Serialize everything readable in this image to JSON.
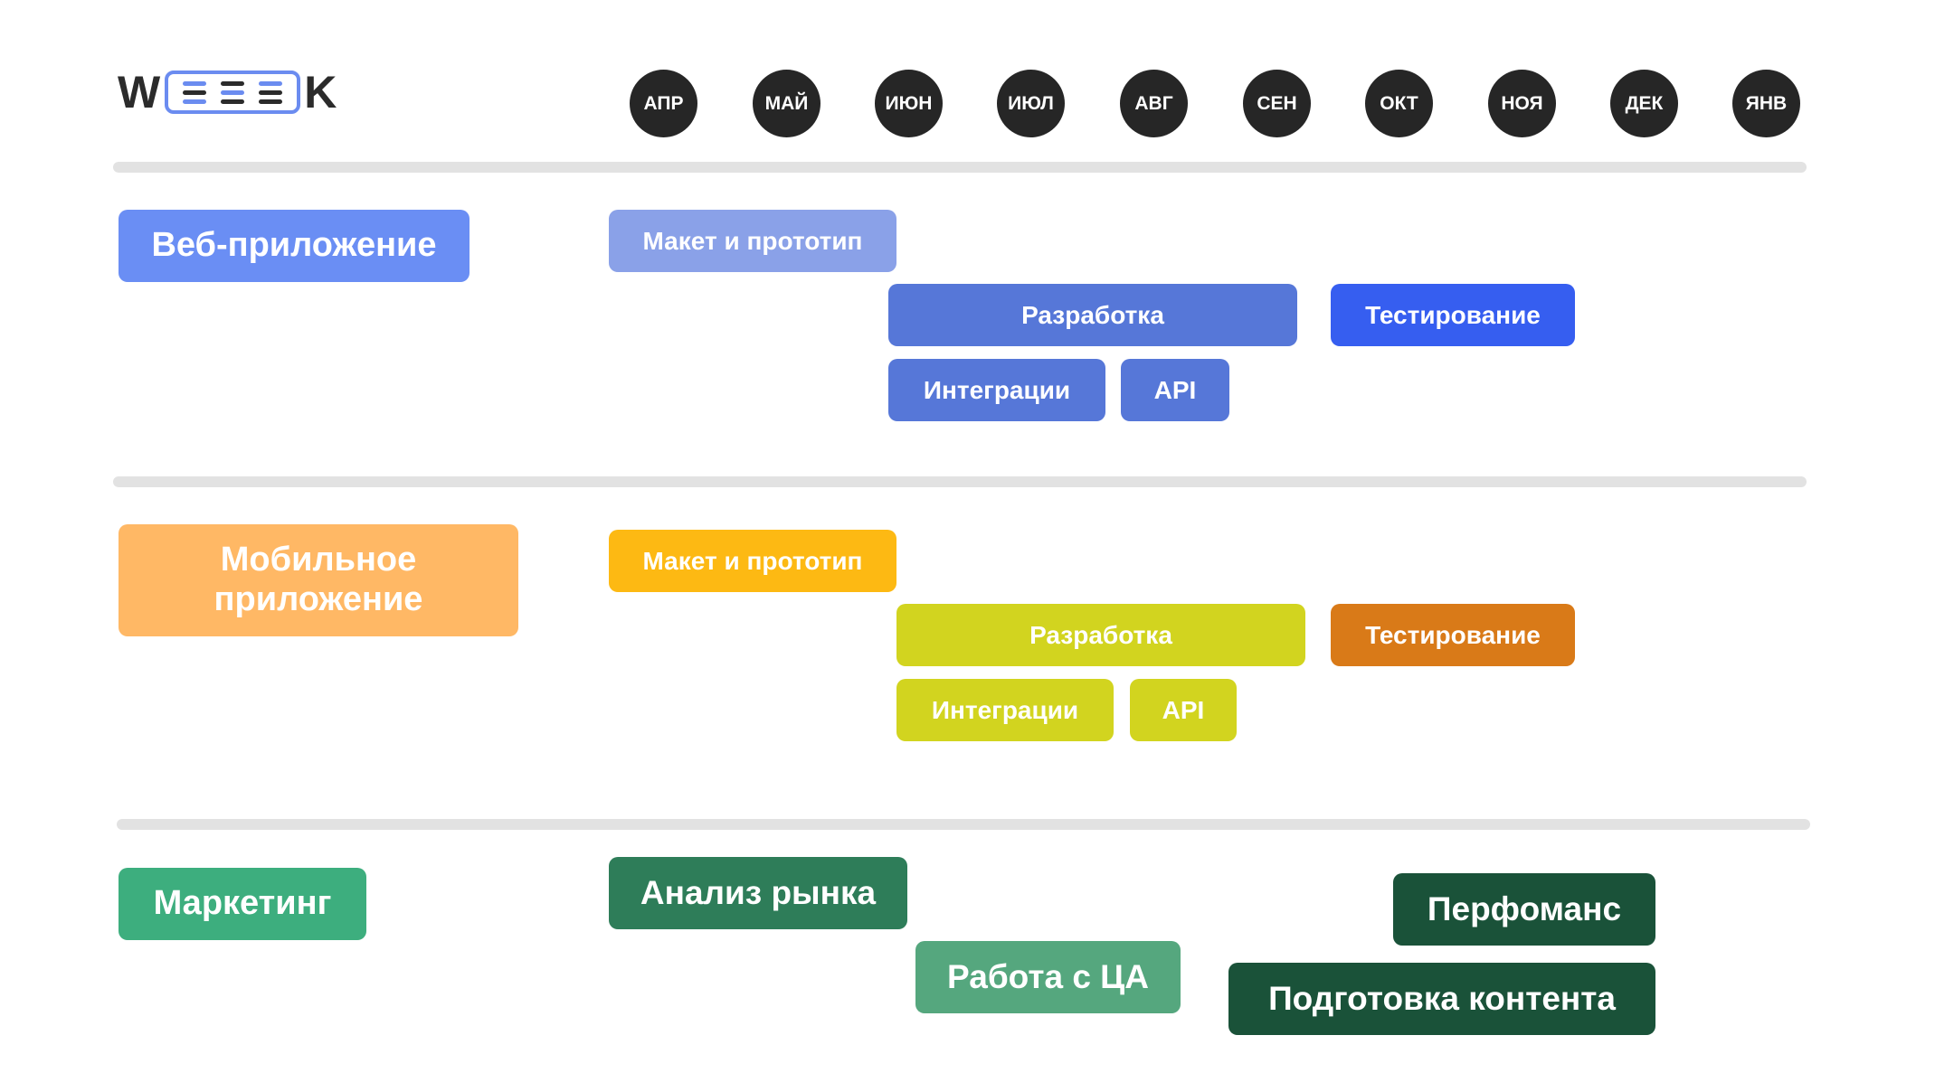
{
  "logo": {
    "left": "W",
    "right": "K"
  },
  "months": [
    "АПР",
    "МАЙ",
    "ИЮН",
    "ИЮЛ",
    "АВГ",
    "СЕН",
    "ОКТ",
    "НОЯ",
    "ДЕК",
    "ЯНВ"
  ],
  "colors": {
    "month_circle": "#262626",
    "separator": "#e2e2e2",
    "web_category": "#6a8ef4",
    "web_mockup": "#8aa1e8",
    "web_dev": "#5677d8",
    "web_test": "#365ef0",
    "mobile_category": "#ffb865",
    "mobile_mockup": "#fdb913",
    "mobile_dev": "#d2d41f",
    "mobile_test": "#d97a18",
    "marketing_category": "#3dae7e",
    "marketing_analysis": "#2e7d59",
    "marketing_audience": "#55a77e",
    "marketing_dark": "#1a5239"
  },
  "web": {
    "category": "Веб-приложение",
    "tasks": {
      "mockup": "Макет и прототип",
      "dev": "Разработка",
      "test": "Тестирование",
      "integrations": "Интеграции",
      "api": "API"
    }
  },
  "mobile": {
    "category": "Мобильное приложение",
    "tasks": {
      "mockup": "Макет и прототип",
      "dev": "Разработка",
      "test": "Тестирование",
      "integrations": "Интеграции",
      "api": "API"
    }
  },
  "marketing": {
    "category": "Маркетинг",
    "tasks": {
      "analysis": "Анализ рынка",
      "audience": "Работа с ЦА",
      "performance": "Перфоманс",
      "content": "Подготовка контента"
    }
  }
}
